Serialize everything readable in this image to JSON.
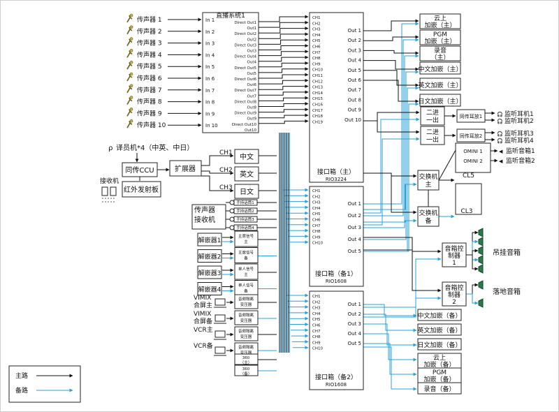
{
  "legend": {
    "main": "主路",
    "backup": "备路"
  },
  "microphones": [
    "传声器 1",
    "传声器 2",
    "传声器 3",
    "传声器 4",
    "传声器 5",
    "传声器 6",
    "传声器 7",
    "传声器 8",
    "传声器 9",
    "传声器 10"
  ],
  "live_system": {
    "title": "直播系统1",
    "inputs": [
      "In 1",
      "In 2",
      "In 3",
      "In 4",
      "In 5",
      "In 6",
      "In 7",
      "In 8",
      "In 9",
      "In 10"
    ],
    "outputs": [
      "Direct Out1",
      "Out1",
      "Direct Out2",
      "Out2",
      "Direct Out3",
      "Out3",
      "Direct Out4",
      "Out4",
      "Direct Out5",
      "Out5",
      "Direct Out6",
      "Out6",
      "Direct Out7",
      "Out7",
      "Direct Out8",
      "Out8",
      "Direct Out9",
      "Out9",
      "Direct Out10",
      "Out10"
    ]
  },
  "interpreter": {
    "label": "译员机*4（中英、中日）",
    "ccu": "同传CCU",
    "extender": "扩展器",
    "receiver": "接收机",
    "ir_panel": "红外发射板",
    "channels": [
      "CH1",
      "CH2",
      "CH3"
    ],
    "languages": [
      "中文",
      "英文",
      "日文"
    ]
  },
  "wireless": {
    "label_line1": "传声器",
    "label_line2": "接收机",
    "handhelds": [
      "手持话筒1",
      "手持话筒2",
      "手持话筒3",
      "手持话筒4"
    ]
  },
  "decoders": [
    "解嵌器1",
    "解嵌器2",
    "解嵌器3",
    "解嵌器4"
  ],
  "decoder_sources": [
    [
      "主席信号",
      "主"
    ],
    [
      "主席信号",
      "备"
    ],
    [
      "单人信号",
      "主"
    ],
    [
      "单人信号",
      "备"
    ]
  ],
  "vimix": [
    {
      "line1": "VIMIX",
      "line2": "合屏主"
    },
    {
      "line1": "VIMIX",
      "line2": "合屏备"
    },
    {
      "line1": "VCR主",
      "line2": ""
    },
    {
      "line1": "VCR备",
      "line2": ""
    }
  ],
  "converters": [
    [
      "音频隔离",
      "变压器"
    ],
    [
      "音频隔离",
      "变压器"
    ],
    [
      "音频隔离",
      "变压器"
    ],
    [
      "音频隔离",
      "变压器"
    ]
  ],
  "degree360": [
    [
      "360",
      "（主）"
    ],
    [
      "360",
      "（备）"
    ]
  ],
  "rio_main": {
    "title": "接口箱（主）",
    "model": "RIO3224",
    "inputs": [
      "CH1",
      "CH2",
      "CH3",
      "CH4",
      "CH5",
      "CH6",
      "CH7",
      "CH8",
      "CH9",
      "CH10",
      "CH11",
      "CH12",
      "CH13",
      "CH14",
      "CH15",
      "CH16",
      "CH17",
      "CH18",
      "CH19"
    ],
    "outputs": [
      "Out 1",
      "Out 2",
      "Out 3",
      "Out 4",
      "Out 5",
      "Out 6",
      "Out 7",
      "Out 8",
      "Out 9",
      "Out 10"
    ]
  },
  "rio_backup1": {
    "title": "接口箱（备1）",
    "model": "RIO1608",
    "inputs": [
      "CH1",
      "CH2",
      "CH3",
      "CH4",
      "CH5",
      "CH6",
      "CH7",
      "CH8",
      "CH9",
      "CH10"
    ],
    "outputs": [
      "Out 1",
      "Out 2",
      "Out 3",
      "Out 4",
      "Out 5"
    ]
  },
  "rio_backup2": {
    "title": "接口箱（备2）",
    "model": "RIO1608",
    "inputs": [
      "CH1",
      "CH2",
      "CH3",
      "CH4",
      "CH5",
      "CH6",
      "CH7",
      "CH8",
      "CH9",
      "CH10"
    ],
    "outputs": [
      "Out 1",
      "Out 2",
      "Out 3",
      "Out 4",
      "Out 5"
    ]
  },
  "main_destinations": [
    [
      "云上",
      "加嵌（主）"
    ],
    [
      "PGM",
      "加嵌（主）"
    ],
    [
      "录音",
      "（主）"
    ],
    [
      "中文加嵌（主）"
    ],
    [
      "英文加嵌（主）"
    ],
    [
      "日文加嵌（主）"
    ]
  ],
  "splitters": [
    [
      "二进",
      "一出"
    ],
    [
      "二进",
      "一出"
    ]
  ],
  "monitor_amps": [
    "同传耳放1",
    "同传耳放2"
  ],
  "headphones": [
    "监听耳机1",
    "监听耳机2",
    "监听耳机3",
    "监听耳机4"
  ],
  "omini": [
    "OMINI 1",
    "OMINI 2"
  ],
  "monitor_speakers": [
    "监听音箱1",
    "监听音箱2"
  ],
  "switchers": [
    [
      "交换机",
      "主"
    ],
    [
      "交换机",
      "备"
    ]
  ],
  "cl": [
    "CL5",
    "CL3"
  ],
  "speaker_ctrls": [
    [
      "音箱控",
      "制器",
      "1"
    ],
    [
      "音箱控",
      "制器",
      "2"
    ]
  ],
  "speaker_groups": [
    "吊挂音箱",
    "落地音箱"
  ],
  "backup_destinations": [
    [
      "中文加嵌（备）"
    ],
    [
      "英文加嵌（备）"
    ],
    [
      "日文加嵌（备）"
    ],
    [
      "云上",
      "加嵌（备）"
    ],
    [
      "PGM",
      "加嵌（备）"
    ],
    [
      "录音（备）"
    ]
  ]
}
